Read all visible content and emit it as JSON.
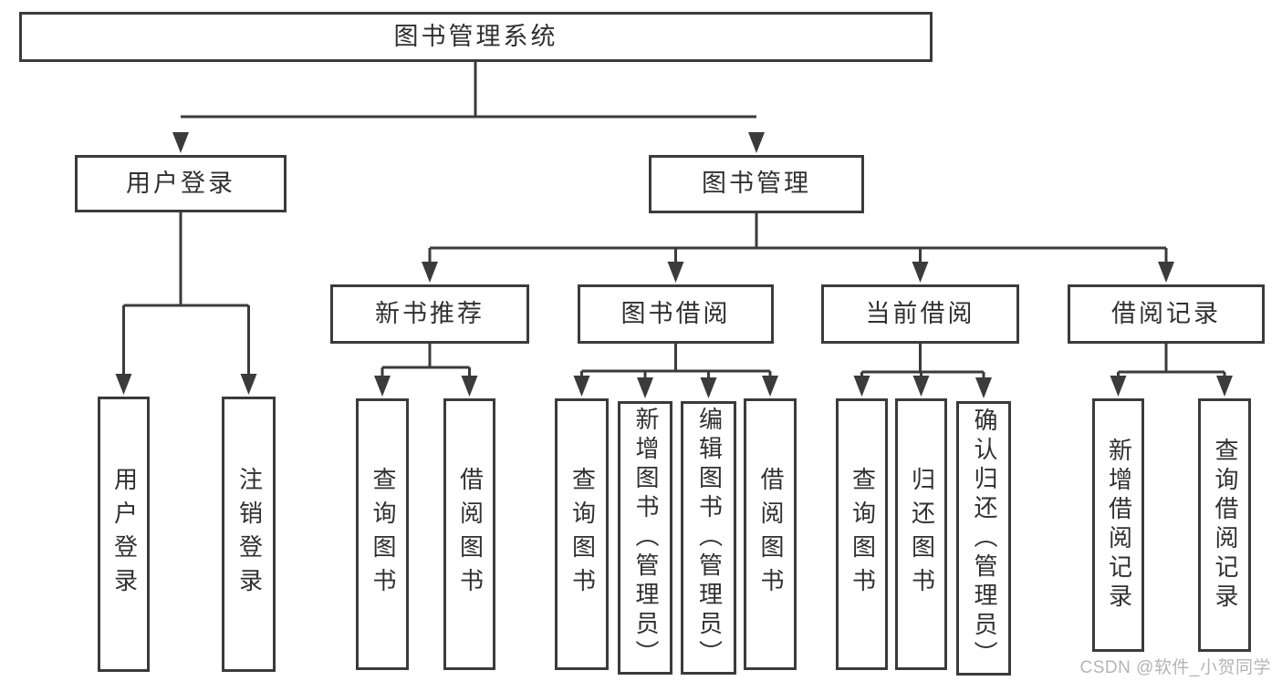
{
  "colors": {
    "line": "#3b3b3b",
    "text": "#303030",
    "watermark": "#b5b5b5",
    "background": "#ffffff"
  },
  "diagram": {
    "root": {
      "label": "图书管理系统"
    },
    "branches": [
      {
        "label": "用户登录",
        "children": [
          {
            "label": "用户登录"
          },
          {
            "label": "注销登录"
          }
        ]
      },
      {
        "label": "图书管理",
        "children": [
          {
            "label": "新书推荐",
            "children": [
              {
                "label": "查询图书"
              },
              {
                "label": "借阅图书"
              }
            ]
          },
          {
            "label": "图书借阅",
            "children": [
              {
                "label": "查询图书"
              },
              {
                "label": "新增图书（管理员）"
              },
              {
                "label": "编辑图书（管理员）"
              },
              {
                "label": "借阅图书"
              }
            ]
          },
          {
            "label": "当前借阅",
            "children": [
              {
                "label": "查询图书"
              },
              {
                "label": "归还图书"
              },
              {
                "label": "确认归还（管理员）"
              }
            ]
          },
          {
            "label": "借阅记录",
            "children": [
              {
                "label": "新增借阅记录"
              },
              {
                "label": "查询借阅记录"
              }
            ]
          }
        ]
      }
    ]
  },
  "watermark": {
    "text": "CSDN @软件_小贺同学"
  }
}
